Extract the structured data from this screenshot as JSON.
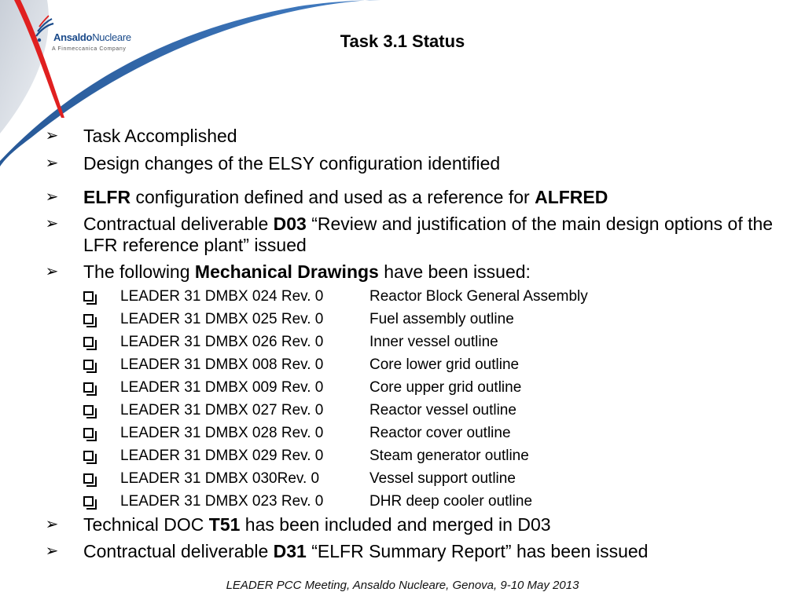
{
  "logo": {
    "brand_part1": "Ansaldo",
    "brand_part2": "Nucleare",
    "tagline": "A Finmeccanica Company"
  },
  "slide_title": "Task 3.1 Status",
  "bullets": [
    {
      "text": "Task Accomplished"
    },
    {
      "text": "Design changes of the ELSY configuration identified"
    },
    {
      "bold1": "ELFR",
      "mid": " configuration defined and used as a reference for ",
      "bold2": "ALFRED"
    },
    {
      "pre": "Contractual deliverable  ",
      "bold": "D03",
      "post": " “Review and justification of the main design options of the LFR reference plant” issued"
    },
    {
      "pre": "The following ",
      "bold": "Mechanical Drawings",
      "post": " have been issued:"
    }
  ],
  "drawings": [
    {
      "code": "LEADER 31 DMBX 024 Rev. 0",
      "title": "Reactor Block General Assembly"
    },
    {
      "code": "LEADER 31 DMBX 025 Rev. 0",
      "title": "Fuel assembly outline"
    },
    {
      "code": "LEADER 31 DMBX 026 Rev. 0",
      "title": "Inner vessel outline"
    },
    {
      "code": "LEADER 31 DMBX 008 Rev. 0",
      "title": "Core lower grid outline"
    },
    {
      "code": "LEADER 31 DMBX 009 Rev. 0",
      "title": "Core upper grid outline"
    },
    {
      "code": "LEADER 31 DMBX 027 Rev. 0",
      "title": "Reactor vessel  outline"
    },
    {
      "code": "LEADER 31 DMBX 028 Rev. 0",
      "title": "Reactor cover outline"
    },
    {
      "code": "LEADER 31 DMBX 029 Rev. 0",
      "title": "Steam generator outline"
    },
    {
      "code": "LEADER 31 DMBX 030Rev. 0",
      "title": "Vessel support outline"
    },
    {
      "code": "LEADER 31 DMBX 023 Rev. 0",
      "title": "DHR deep cooler outline"
    }
  ],
  "bullets_after": [
    {
      "pre": "Technical DOC ",
      "bold": "T51",
      "post": " has been included and merged in D03"
    },
    {
      "pre": "Contractual deliverable ",
      "bold": "D31",
      "post": " “ELFR Summary Report” has been issued"
    }
  ],
  "footer": "LEADER PCC Meeting, Ansaldo Nucleare, Genova, 9-10 May 2013",
  "colors": {
    "swoosh_blue": "#1f5a9e",
    "swoosh_red": "#e02020",
    "swoosh_grey": "#cfd5de",
    "logo_blue": "#1a4a8a"
  },
  "icons": {
    "bullet": "arrow-bullet-icon",
    "sub_bullet": "checkbox-bullet-icon"
  }
}
